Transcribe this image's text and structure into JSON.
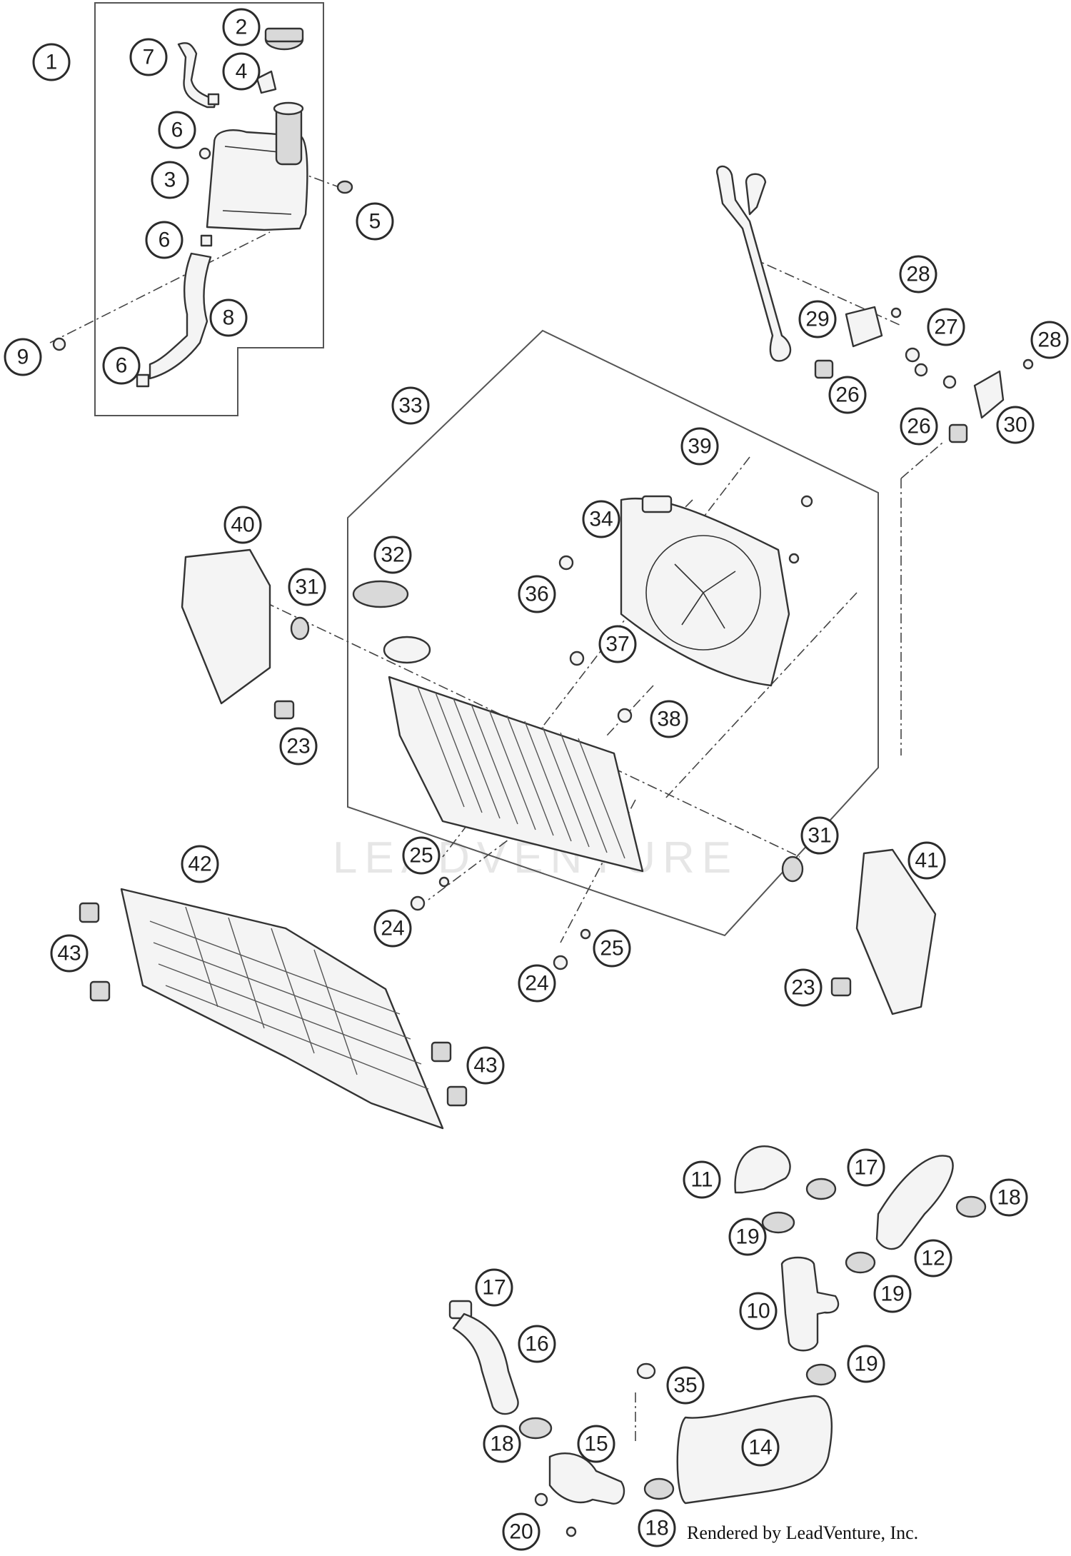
{
  "credit": "Rendered by LeadVenture, Inc.",
  "watermark": "LEADVENTURE",
  "callouts": [
    {
      "label": "1"
    },
    {
      "label": "2"
    },
    {
      "label": "7"
    },
    {
      "label": "4"
    },
    {
      "label": "6"
    },
    {
      "label": "3"
    },
    {
      "label": "5"
    },
    {
      "label": "6"
    },
    {
      "label": "8"
    },
    {
      "label": "9"
    },
    {
      "label": "6"
    },
    {
      "label": "28"
    },
    {
      "label": "29"
    },
    {
      "label": "27"
    },
    {
      "label": "28"
    },
    {
      "label": "26"
    },
    {
      "label": "26"
    },
    {
      "label": "30"
    },
    {
      "label": "33"
    },
    {
      "label": "39"
    },
    {
      "label": "34"
    },
    {
      "label": "40"
    },
    {
      "label": "32"
    },
    {
      "label": "31"
    },
    {
      "label": "36"
    },
    {
      "label": "37"
    },
    {
      "label": "38"
    },
    {
      "label": "23"
    },
    {
      "label": "31"
    },
    {
      "label": "41"
    },
    {
      "label": "25"
    },
    {
      "label": "42"
    },
    {
      "label": "24"
    },
    {
      "label": "25"
    },
    {
      "label": "43"
    },
    {
      "label": "24"
    },
    {
      "label": "23"
    },
    {
      "label": "43"
    },
    {
      "label": "11"
    },
    {
      "label": "17"
    },
    {
      "label": "18"
    },
    {
      "label": "19"
    },
    {
      "label": "12"
    },
    {
      "label": "19"
    },
    {
      "label": "10"
    },
    {
      "label": "17"
    },
    {
      "label": "16"
    },
    {
      "label": "19"
    },
    {
      "label": "35"
    },
    {
      "label": "18"
    },
    {
      "label": "15"
    },
    {
      "label": "14"
    },
    {
      "label": "20"
    },
    {
      "label": "18"
    }
  ]
}
